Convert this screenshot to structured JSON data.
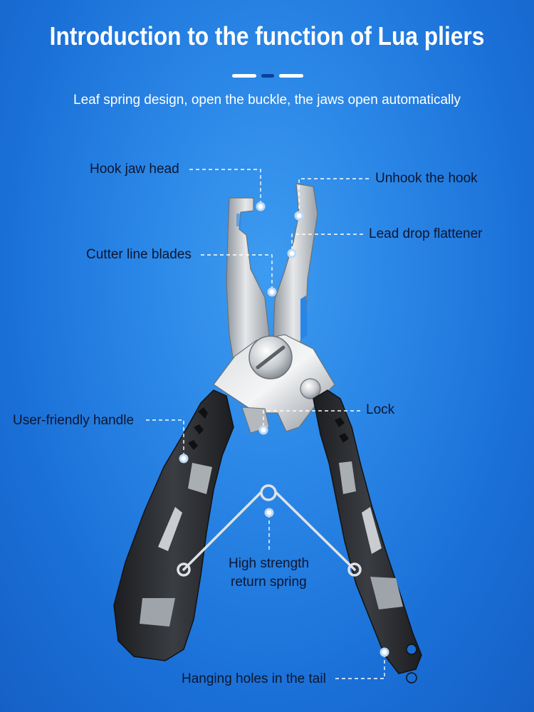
{
  "header": {
    "title": "Introduction to the function of Lua pliers",
    "subtitle": "Leaf spring design, open the buckle, the jaws open automatically"
  },
  "callouts": {
    "hook_jaw_head": "Hook jaw head",
    "unhook_the_hook": "Unhook the hook",
    "lead_drop_flattener": "Lead drop flattener",
    "cutter_line_blades": "Cutter line blades",
    "user_friendly_handle": "User-friendly handle",
    "lock": "Lock",
    "spring_line1": "High strength",
    "spring_line2": "return spring",
    "hanging_holes": "Hanging holes in the tail"
  },
  "colors": {
    "background": "#2a86e6",
    "handle": "#2b2d30",
    "steel": "#c9ccd0",
    "leader_line": "#ffffff"
  }
}
